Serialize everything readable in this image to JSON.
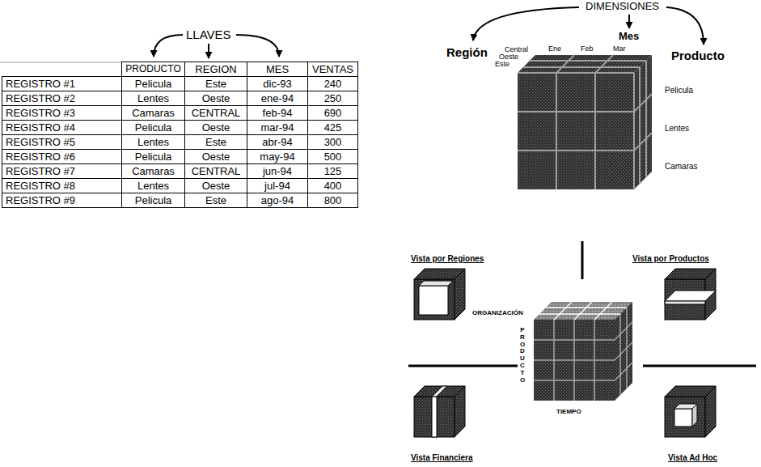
{
  "diagram": {
    "labels": [
      "LLAVES",
      "PRODUCTO",
      "REGION",
      "MES",
      "VENTAS",
      "REGISTRO #1",
      "Pelicula",
      "Este",
      "dic-93",
      "240",
      "REGISTRO #2",
      "Lentes",
      "Oeste",
      "ene-94",
      "250",
      "REGISTRO #3",
      "Camaras",
      "CENTRAL",
      "feb-94",
      "690",
      "REGISTRO #4",
      "Pelicula",
      "Oeste",
      "mar-94",
      "425",
      "REGISTRO #5",
      "Lentes",
      "Este",
      "abr-94",
      "300",
      "REGISTRO #6",
      "Pelicula",
      "Oeste",
      "may-94",
      "500",
      "REGISTRO #7",
      "Camaras",
      "CENTRAL",
      "jun-94",
      "125",
      "REGISTRO #8",
      "Lentes",
      "Oeste",
      "jul-94",
      "400",
      "REGISTRO #9",
      "Pelicula",
      "Este",
      "ago-94",
      "800",
      "DIMENSIONES",
      "Mes",
      "Región",
      "Central",
      "Oeste",
      "Este",
      "Ene",
      "Feb",
      "Mar",
      "Producto",
      "Pelicula",
      "Lentes",
      "Camaras",
      "Vista por Regiones",
      "Vista por Productos",
      "ORGANIZACIÓN",
      "PRODUCTO",
      "TIEMPO",
      "Vista Financiera",
      "Vista Ad Hoc"
    ]
  }
}
